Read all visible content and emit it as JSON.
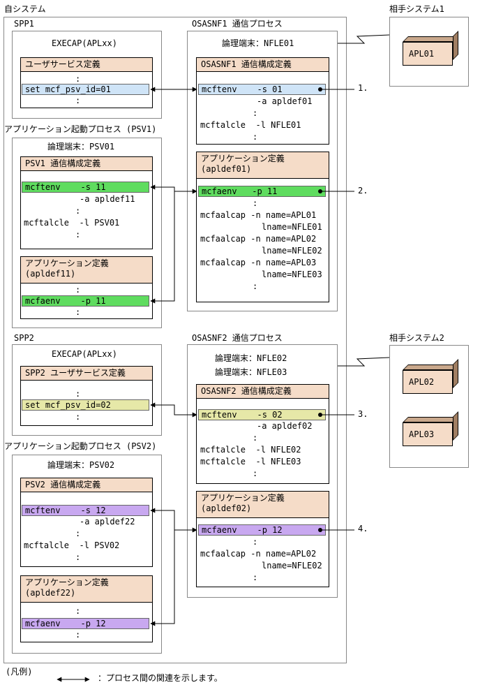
{
  "own_system": "自システム",
  "spp1": {
    "title": "SPP1",
    "execap": "EXECAP(APLxx)",
    "section_title": "ユーザサービス定義",
    "dots1": ":",
    "hl_line": "set mcf_psv_id=01",
    "dots2": ":"
  },
  "osasnf1": {
    "title": "OSASNF1 通信プロセス",
    "terminal": "論理端末：NFLE01",
    "comm_title": "OSASNF1 通信構成定義",
    "hl_line": "mcftenv    -s 01",
    "lines": [
      "-a apldef01",
      ":",
      "mcftalcle  -l NFLE01",
      ":"
    ],
    "app_title": "アプリケーション定義",
    "app_sub": "(apldef01)",
    "app_hl": "mcfaenv   -p 11",
    "app_lines": [
      ":",
      "mcfaalcap -n name=APL01",
      "lname=NFLE01",
      "mcfaalcap -n name=APL02",
      "lname=NFLE02",
      "mcfaalcap -n name=APL03",
      "lname=NFLE03",
      ":"
    ]
  },
  "psv1": {
    "title": "アプリケーション起動プロセス (PSV1)",
    "terminal": "論理端末：PSV01",
    "comm_title": "PSV1 通信構成定義",
    "hl_line": "mcftenv    -s 11",
    "lines": [
      "-a apldef11",
      ":",
      "mcftalcle  -l PSV01",
      ":"
    ],
    "app_title": "アプリケーション定義",
    "app_sub": "(apldef11)",
    "app_dots": ":",
    "app_hl": "mcfaenv    -p 11",
    "app_dots2": ":"
  },
  "spp2": {
    "title": "SPP2",
    "execap": "EXECAP(APLxx)",
    "section_title": "SPP2 ユーザサービス定義",
    "dots1": ":",
    "hl_line": "set mcf_psv_id=02",
    "dots2": ":"
  },
  "osasnf2": {
    "title": "OSASNF2 通信プロセス",
    "terminal1": "論理端末：NFLE02",
    "terminal2": "論理端末：NFLE03",
    "comm_title": "OSASNF2 通信構成定義",
    "hl_line": "mcftenv    -s 02",
    "lines": [
      "-a apldef02",
      ":",
      "mcftalcle  -l NFLE02",
      "mcftalcle  -l NFLE03",
      ":"
    ],
    "app_title": "アプリケーション定義",
    "app_sub": "(apldef02)",
    "app_hl": "mcfaenv    -p 12",
    "app_lines": [
      ":",
      "mcfaalcap -n name=APL02",
      "lname=NFLE02",
      ":"
    ]
  },
  "psv2": {
    "title": "アプリケーション起動プロセス (PSV2)",
    "terminal": "論理端末：PSV02",
    "comm_title": "PSV2 通信構成定義",
    "hl_line": "mcftenv    -s 12",
    "lines": [
      "-a apldef22",
      ":",
      "mcftalcle  -l PSV02",
      ":"
    ],
    "app_title": "アプリケーション定義",
    "app_sub": "(apldef22)",
    "app_dots": ":",
    "app_hl": "mcfaenv    -p 12",
    "app_dots2": ":"
  },
  "partner1": {
    "title": "相手システム1",
    "apl": "APL01"
  },
  "partner2": {
    "title": "相手システム2",
    "apl1": "APL02",
    "apl2": "APL03"
  },
  "markers": [
    "1.",
    "2.",
    "3.",
    "4."
  ],
  "legend": {
    "title": "(凡例)",
    "text": "：プロセス間の関連を示します。"
  },
  "colors": {
    "blue": "#cfe4f7",
    "green": "#5fdc5f",
    "yellow": "#e6e8a8",
    "purple": "#c8a8f0",
    "header": "#f5dcc8"
  }
}
